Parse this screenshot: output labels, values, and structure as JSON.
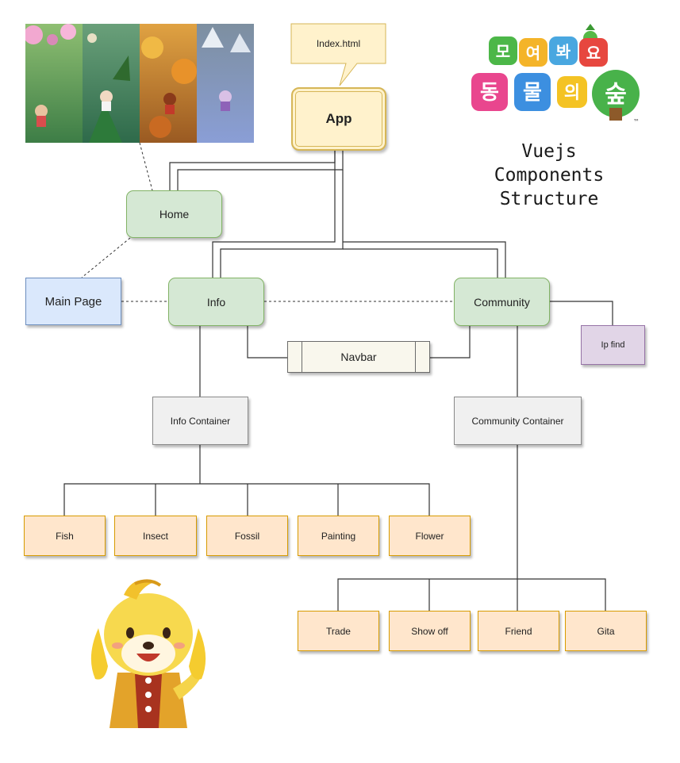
{
  "diagram": {
    "title_lines": [
      "Vuejs",
      "Components",
      "Structure"
    ],
    "index_callout": "Index.html",
    "nodes": {
      "app": "App",
      "home": "Home",
      "main_page": "Main Page",
      "info": "Info",
      "community": "Community",
      "navbar": "Navbar",
      "ip_find": "Ip find",
      "info_container": "Info Container",
      "community_container": "Community Container",
      "fish": "Fish",
      "insect": "Insect",
      "fossil": "Fossil",
      "painting": "Painting",
      "flower": "Flower",
      "trade": "Trade",
      "show_off": "Show off",
      "friend": "Friend",
      "gita": "Gita"
    },
    "logo": {
      "line1": [
        "모",
        "여",
        "봐",
        "요"
      ],
      "line2": [
        "동",
        "물",
        "의",
        "숲"
      ],
      "trademark": "™"
    },
    "colors": {
      "green_fill": "#d5e8d4",
      "blue_fill": "#dae8fc",
      "grey_fill": "#f0f0f0",
      "orange_fill": "#ffe6cc",
      "purple_fill": "#e1d5e7",
      "yellow_fill": "#fff2cc"
    }
  }
}
